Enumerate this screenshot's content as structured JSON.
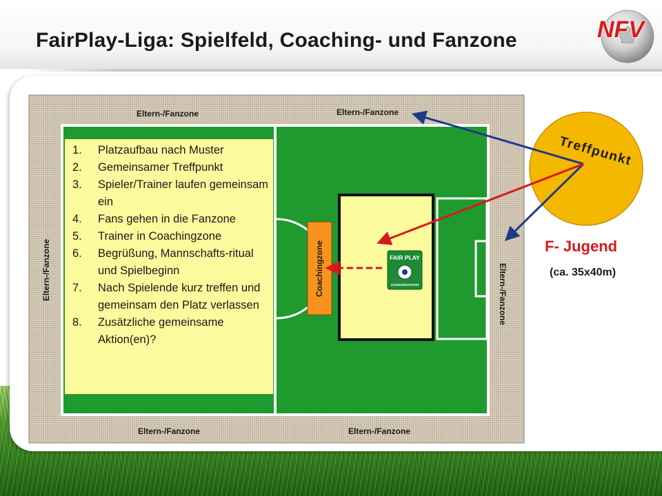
{
  "title": "FairPlay-Liga: Spielfeld, Coaching- und Fanzone",
  "logo_text": "NFV",
  "zones": {
    "top_left": "Eltern-/Fanzone",
    "top_right": "Eltern-/Fanzone",
    "bottom_left": "Eltern-/Fanzone",
    "bottom_right": "Eltern-/Fanzone",
    "left": "Eltern-/Fanzone",
    "right": "Eltern-/Fanzone"
  },
  "coaching_zone": "Coachingzone",
  "meeting_point": "Treffpunkt",
  "badge": {
    "line1": "FAIR PLAY",
    "line2": "SCHIEDSRICHTER"
  },
  "steps": [
    {
      "num": "1.",
      "text": "Platzaufbau nach Muster"
    },
    {
      "num": "2.",
      "text": "Gemeinsamer Treffpunkt"
    },
    {
      "num": "3.",
      "text": "Spieler/Trainer laufen gemeinsam ein"
    },
    {
      "num": "4.",
      "text": "Fans gehen in die Fanzone"
    },
    {
      "num": "5.",
      "text": "Trainer in Coachingzone"
    },
    {
      "num": "6.",
      "text": "Begrüßung, Mannschafts-ritual und Spielbeginn"
    },
    {
      "num": "7.",
      "text": "Nach Spielende kurz treffen und gemeinsam den Platz verlassen"
    },
    {
      "num": "8.",
      "text": "Zusätzliche gemeinsame Aktion(en)?"
    }
  ],
  "age_group": "F- Jugend",
  "field_size": "(ca. 35x40m)",
  "colors": {
    "field_green": "#1f9a2e",
    "zone_yellow": "#fbfa9c",
    "coaching_orange": "#f7931e",
    "meeting_point_yellow": "#f5b800",
    "arrow_red": "#d7191c",
    "arrow_blue": "#1f3a8a"
  }
}
